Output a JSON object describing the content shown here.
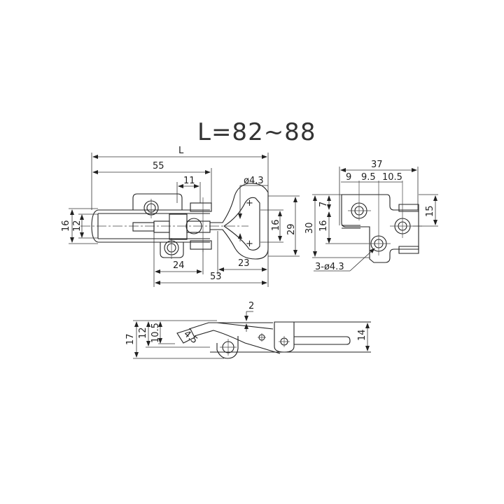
{
  "title": "L=82~88",
  "top_view": {
    "dims": {
      "overall_length": "L",
      "length_55": "55",
      "width_11": "11",
      "hole_dia": "ø4.3",
      "height_16_left": "16",
      "height_12_left": "12",
      "width_24": "24",
      "width_53": "53",
      "width_23": "23",
      "hole_spacing_16": "16",
      "height_29": "29"
    }
  },
  "side_base_view": {
    "dims": {
      "height_30": "30",
      "width_37": "37",
      "spacing_9": "9",
      "spacing_9_5": "9.5",
      "spacing_10_5": "10.5",
      "offset_7": "7",
      "height_16": "16",
      "height_15": "15",
      "holes_note": "3-ø4.3"
    }
  },
  "front_view": {
    "dims": {
      "height_17": "17",
      "height_12": "12",
      "height_10_5": "10.5",
      "angle_4_5": "4.5",
      "thickness_2": "2",
      "height_14": "14"
    }
  }
}
